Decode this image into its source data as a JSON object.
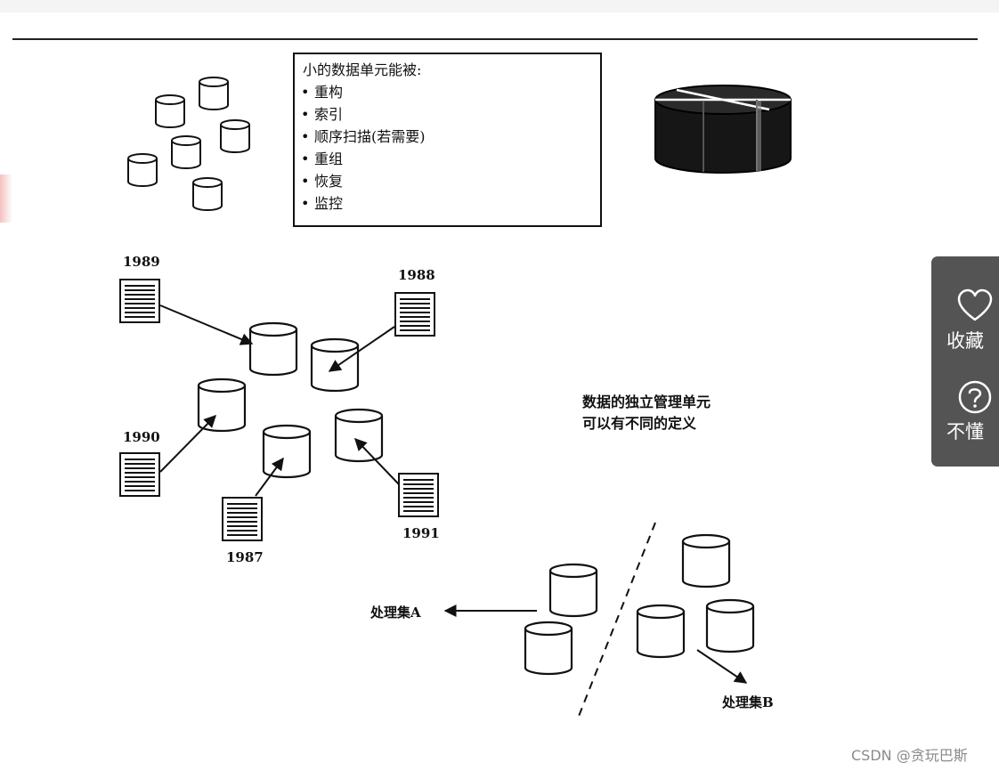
{
  "info_box": {
    "title": "小的数据单元能被:",
    "items": [
      "重构",
      "索引",
      "顺序扫描(若需要)",
      "重组",
      "恢复",
      "监控"
    ]
  },
  "year_labels": [
    "1989",
    "1988",
    "1990",
    "1987",
    "1991"
  ],
  "caption": [
    "数据的独立管理单元",
    "可以有不同的定义"
  ],
  "processing_sets": [
    "处理集A",
    "处理集B"
  ],
  "side_panel": {
    "favorite_label": "收藏",
    "not_understand_label": "不懂"
  },
  "watermark": "CSDN @贪玩巴斯"
}
